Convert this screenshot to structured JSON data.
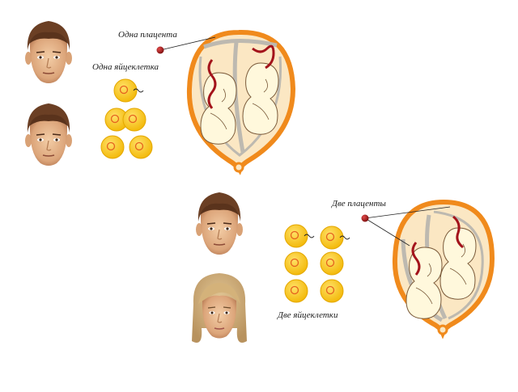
{
  "identical_twins": {
    "placenta_label": "Одна плацента",
    "egg_label": "Одна яйцеклетка",
    "faces": [
      "male-face",
      "male-face"
    ]
  },
  "fraternal_twins": {
    "placenta_label": "Две плаценты",
    "egg_label": "Две яйцеклетки",
    "faces": [
      "male-face",
      "female-face"
    ]
  },
  "colors": {
    "egg_fill": "#f5c31c",
    "egg_stroke": "#e4a700",
    "nucleus": "#e5611f",
    "uterus_wall": "#f08a1c",
    "uterus_inner": "#fbe7c3",
    "membrane": "#bdb9b0",
    "fetus": "#fff8dc",
    "cord": "#a3131b",
    "placenta_dot": "#a11d1d",
    "skin": "#e9b98f",
    "hair_male": "#6b3f24",
    "hair_female": "#c9a46a"
  }
}
